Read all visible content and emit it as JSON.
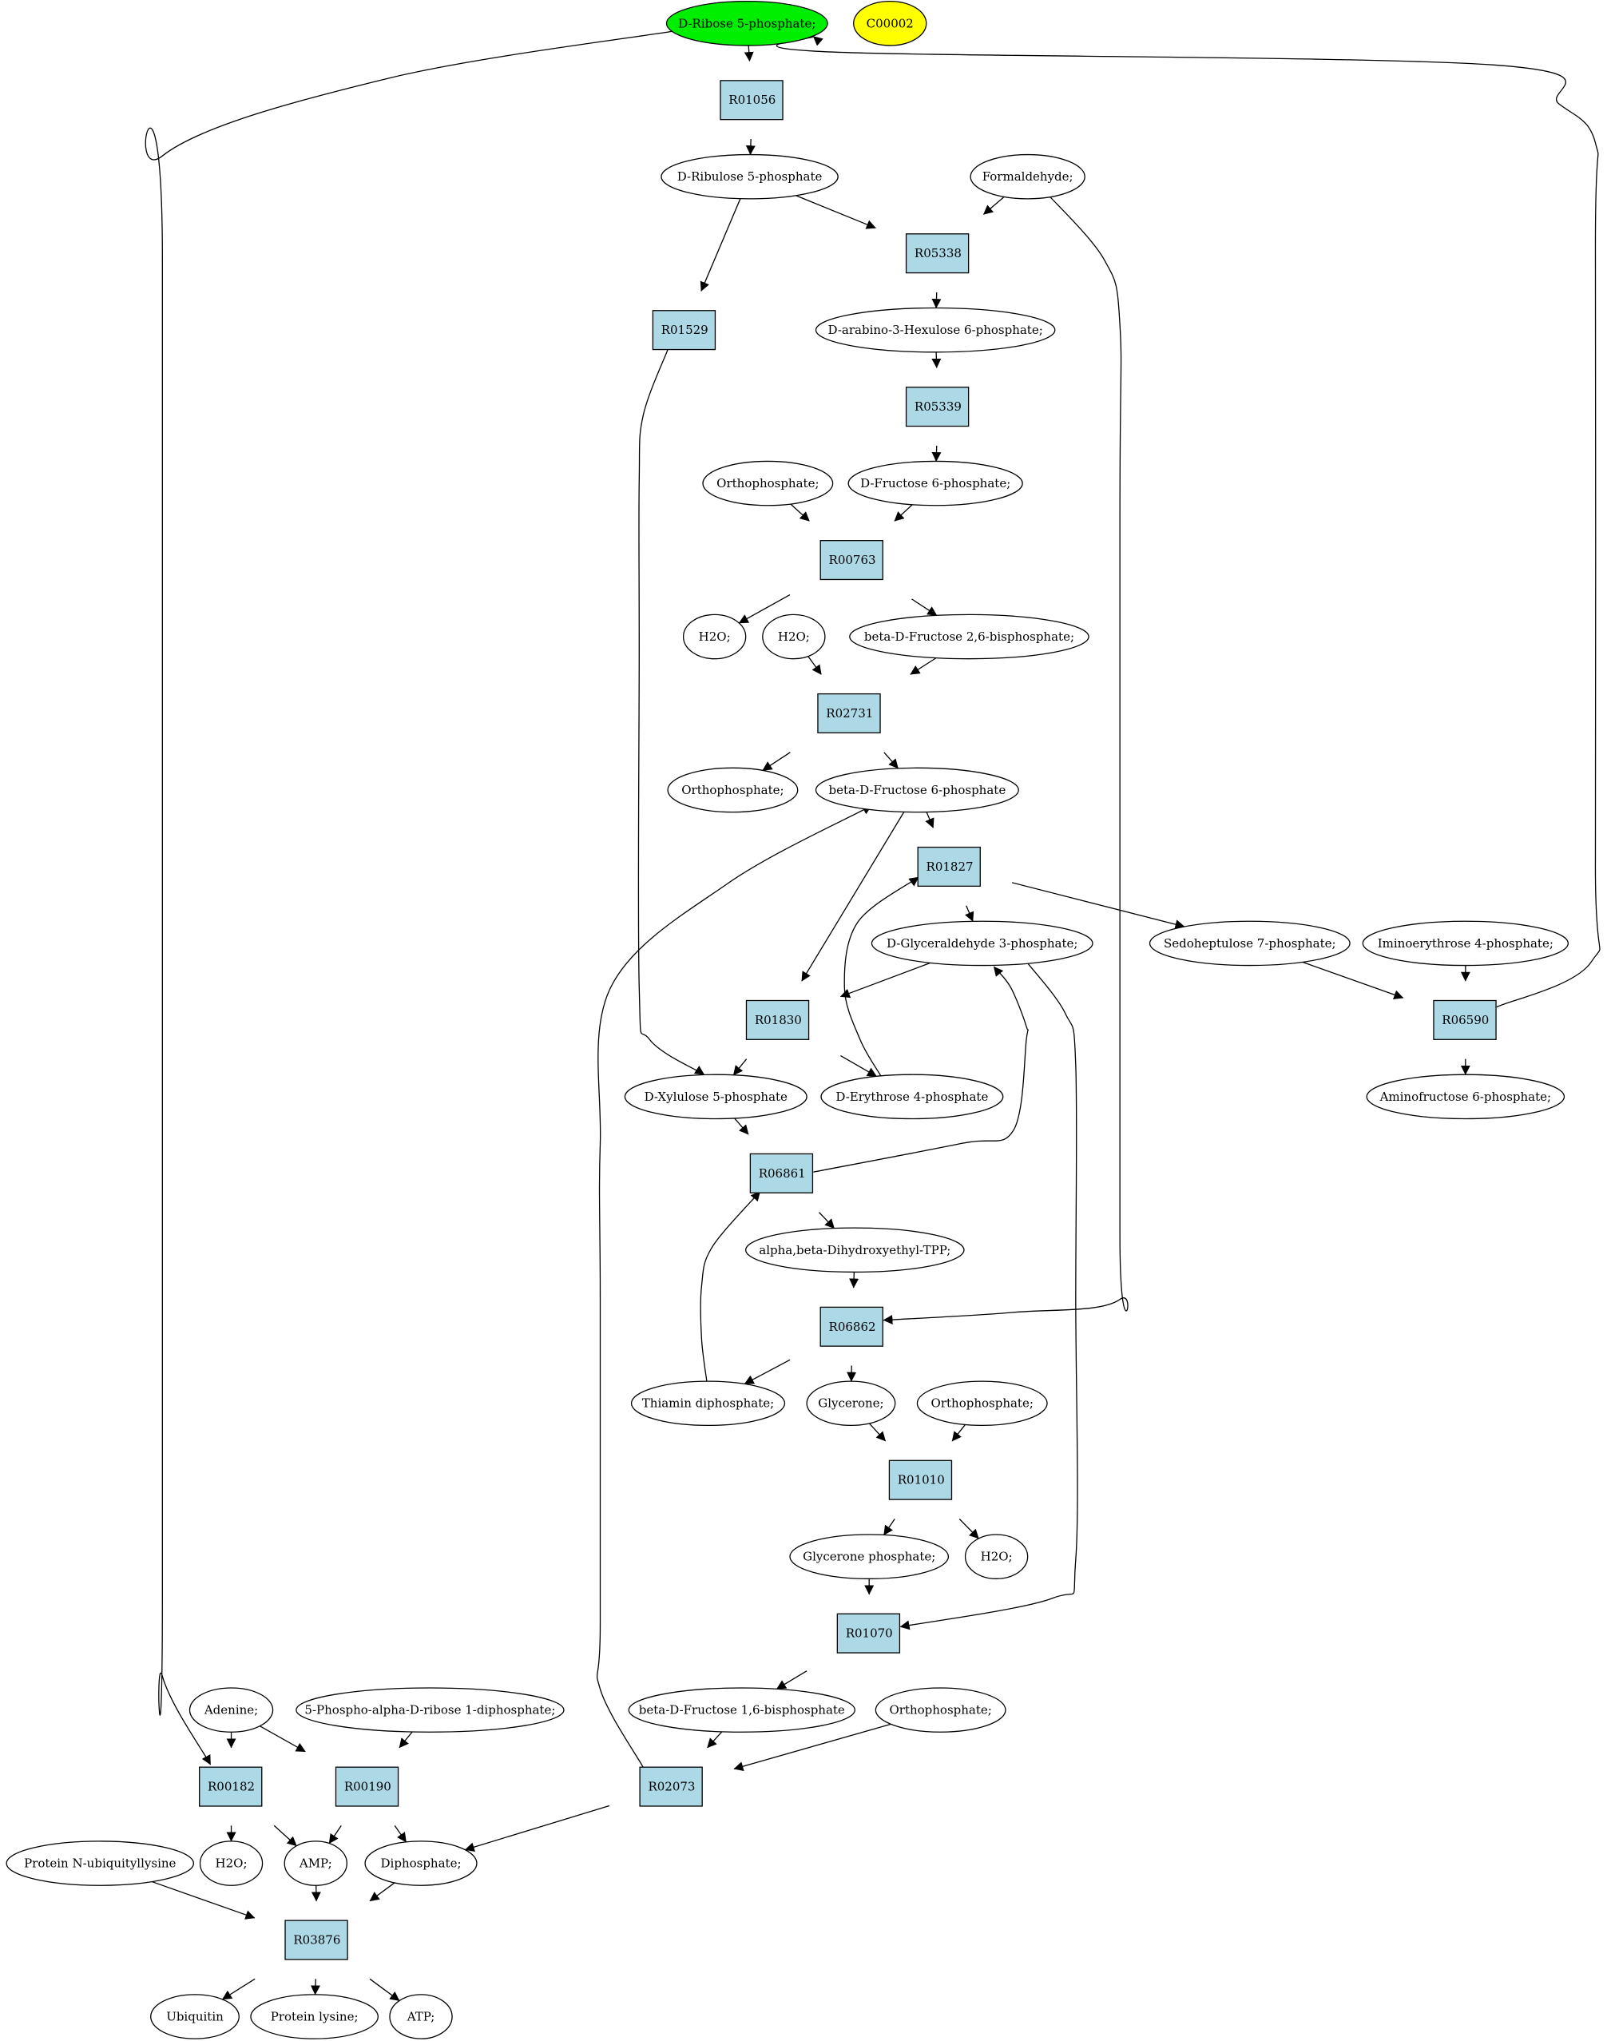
{
  "colors": {
    "reaction_fill": "#add8e6",
    "compound_fill": "#ffffff",
    "highlight_fill": "#00ee00",
    "secondary_fill": "#ffff00",
    "edge": "#000000"
  },
  "nodes": [
    {
      "id": "d_ribose_5p",
      "label": "D-Ribose 5-phosphate;",
      "shape": "ellipse",
      "fill": "highlight_fill"
    },
    {
      "id": "c00002",
      "label": "C00002",
      "shape": "ellipse",
      "fill": "secondary_fill"
    },
    {
      "id": "r01056",
      "label": "R01056",
      "shape": "box",
      "fill": "reaction_fill"
    },
    {
      "id": "d_ribulose_5p",
      "label": "D-Ribulose 5-phosphate",
      "shape": "ellipse",
      "fill": "compound_fill"
    },
    {
      "id": "formaldehyde",
      "label": "Formaldehyde;",
      "shape": "ellipse",
      "fill": "compound_fill"
    },
    {
      "id": "r05338",
      "label": "R05338",
      "shape": "box",
      "fill": "reaction_fill"
    },
    {
      "id": "r01529",
      "label": "R01529",
      "shape": "box",
      "fill": "reaction_fill"
    },
    {
      "id": "d_arabino_3_hex",
      "label": "D-arabino-3-Hexulose 6-phosphate;",
      "shape": "ellipse",
      "fill": "compound_fill"
    },
    {
      "id": "r05339",
      "label": "R05339",
      "shape": "box",
      "fill": "reaction_fill"
    },
    {
      "id": "orthophosphate_1",
      "label": "Orthophosphate;",
      "shape": "ellipse",
      "fill": "compound_fill"
    },
    {
      "id": "d_fructose_6p",
      "label": "D-Fructose 6-phosphate;",
      "shape": "ellipse",
      "fill": "compound_fill"
    },
    {
      "id": "r00763",
      "label": "R00763",
      "shape": "box",
      "fill": "reaction_fill"
    },
    {
      "id": "h2o_1",
      "label": "H2O;",
      "shape": "ellipse",
      "fill": "compound_fill"
    },
    {
      "id": "h2o_2",
      "label": "H2O;",
      "shape": "ellipse",
      "fill": "compound_fill"
    },
    {
      "id": "beta_d_fru_26bp",
      "label": "beta-D-Fructose 2,6-bisphosphate;",
      "shape": "ellipse",
      "fill": "compound_fill"
    },
    {
      "id": "r02731",
      "label": "R02731",
      "shape": "box",
      "fill": "reaction_fill"
    },
    {
      "id": "orthophosphate_2",
      "label": "Orthophosphate;",
      "shape": "ellipse",
      "fill": "compound_fill"
    },
    {
      "id": "beta_d_fru_6p",
      "label": "beta-D-Fructose 6-phosphate",
      "shape": "ellipse",
      "fill": "compound_fill"
    },
    {
      "id": "r01827",
      "label": "R01827",
      "shape": "box",
      "fill": "reaction_fill"
    },
    {
      "id": "d_glyceraldehyde_3p",
      "label": "D-Glyceraldehyde 3-phosphate;",
      "shape": "ellipse",
      "fill": "compound_fill"
    },
    {
      "id": "sedoheptulose_7p",
      "label": "Sedoheptulose 7-phosphate;",
      "shape": "ellipse",
      "fill": "compound_fill"
    },
    {
      "id": "iminoerythrose_4p",
      "label": "Iminoerythrose 4-phosphate;",
      "shape": "ellipse",
      "fill": "compound_fill"
    },
    {
      "id": "r06590",
      "label": "R06590",
      "shape": "box",
      "fill": "reaction_fill"
    },
    {
      "id": "aminofructose_6p",
      "label": "Aminofructose 6-phosphate;",
      "shape": "ellipse",
      "fill": "compound_fill"
    },
    {
      "id": "r01830",
      "label": "R01830",
      "shape": "box",
      "fill": "reaction_fill"
    },
    {
      "id": "d_xylulose_5p",
      "label": "D-Xylulose 5-phosphate",
      "shape": "ellipse",
      "fill": "compound_fill"
    },
    {
      "id": "d_erythrose_4p",
      "label": "D-Erythrose 4-phosphate",
      "shape": "ellipse",
      "fill": "compound_fill"
    },
    {
      "id": "r06861",
      "label": "R06861",
      "shape": "box",
      "fill": "reaction_fill"
    },
    {
      "id": "alpha_beta_dhe_tpp",
      "label": "alpha,beta-Dihydroxyethyl-TPP;",
      "shape": "ellipse",
      "fill": "compound_fill"
    },
    {
      "id": "r06862",
      "label": "R06862",
      "shape": "box",
      "fill": "reaction_fill"
    },
    {
      "id": "thiamin_dp",
      "label": "Thiamin diphosphate;",
      "shape": "ellipse",
      "fill": "compound_fill"
    },
    {
      "id": "glycerone",
      "label": "Glycerone;",
      "shape": "ellipse",
      "fill": "compound_fill"
    },
    {
      "id": "orthophosphate_3",
      "label": "Orthophosphate;",
      "shape": "ellipse",
      "fill": "compound_fill"
    },
    {
      "id": "r01010",
      "label": "R01010",
      "shape": "box",
      "fill": "reaction_fill"
    },
    {
      "id": "glycerone_p",
      "label": "Glycerone phosphate;",
      "shape": "ellipse",
      "fill": "compound_fill"
    },
    {
      "id": "h2o_3",
      "label": "H2O;",
      "shape": "ellipse",
      "fill": "compound_fill"
    },
    {
      "id": "r01070",
      "label": "R01070",
      "shape": "box",
      "fill": "reaction_fill"
    },
    {
      "id": "adenine",
      "label": "Adenine;",
      "shape": "ellipse",
      "fill": "compound_fill"
    },
    {
      "id": "prpp",
      "label": "5-Phospho-alpha-D-ribose 1-diphosphate;",
      "shape": "ellipse",
      "fill": "compound_fill"
    },
    {
      "id": "beta_d_fru_16bp",
      "label": "beta-D-Fructose 1,6-bisphosphate",
      "shape": "ellipse",
      "fill": "compound_fill"
    },
    {
      "id": "orthophosphate_4",
      "label": "Orthophosphate;",
      "shape": "ellipse",
      "fill": "compound_fill"
    },
    {
      "id": "r00182",
      "label": "R00182",
      "shape": "box",
      "fill": "reaction_fill"
    },
    {
      "id": "r00190",
      "label": "R00190",
      "shape": "box",
      "fill": "reaction_fill"
    },
    {
      "id": "r02073",
      "label": "R02073",
      "shape": "box",
      "fill": "reaction_fill"
    },
    {
      "id": "protein_n_ubiq",
      "label": "Protein N-ubiquityllysine",
      "shape": "ellipse",
      "fill": "compound_fill"
    },
    {
      "id": "h2o_4",
      "label": "H2O;",
      "shape": "ellipse",
      "fill": "compound_fill"
    },
    {
      "id": "amp",
      "label": "AMP;",
      "shape": "ellipse",
      "fill": "compound_fill"
    },
    {
      "id": "diphosphate",
      "label": "Diphosphate;",
      "shape": "ellipse",
      "fill": "compound_fill"
    },
    {
      "id": "r03876",
      "label": "R03876",
      "shape": "box",
      "fill": "reaction_fill"
    },
    {
      "id": "ubiquitin",
      "label": "Ubiquitin",
      "shape": "ellipse",
      "fill": "compound_fill"
    },
    {
      "id": "protein_lysine",
      "label": "Protein lysine;",
      "shape": "ellipse",
      "fill": "compound_fill"
    },
    {
      "id": "atp",
      "label": "ATP;",
      "shape": "ellipse",
      "fill": "compound_fill"
    }
  ],
  "edges": [
    {
      "from": "d_ribose_5p",
      "to": "r01056"
    },
    {
      "from": "d_ribose_5p",
      "to": "r00182"
    },
    {
      "from": "r01056",
      "to": "d_ribulose_5p"
    },
    {
      "from": "d_ribulose_5p",
      "to": "r05338"
    },
    {
      "from": "d_ribulose_5p",
      "to": "r01529"
    },
    {
      "from": "formaldehyde",
      "to": "r05338"
    },
    {
      "from": "formaldehyde",
      "to": "r06862"
    },
    {
      "from": "r05338",
      "to": "d_arabino_3_hex"
    },
    {
      "from": "d_arabino_3_hex",
      "to": "r05339"
    },
    {
      "from": "r05339",
      "to": "d_fructose_6p"
    },
    {
      "from": "orthophosphate_1",
      "to": "r00763"
    },
    {
      "from": "d_fructose_6p",
      "to": "r00763"
    },
    {
      "from": "r00763",
      "to": "h2o_1"
    },
    {
      "from": "r00763",
      "to": "beta_d_fru_26bp"
    },
    {
      "from": "h2o_2",
      "to": "r02731"
    },
    {
      "from": "beta_d_fru_26bp",
      "to": "r02731"
    },
    {
      "from": "r02731",
      "to": "orthophosphate_2"
    },
    {
      "from": "r02731",
      "to": "beta_d_fru_6p"
    },
    {
      "from": "beta_d_fru_6p",
      "to": "r01827"
    },
    {
      "from": "beta_d_fru_6p",
      "to": "r01830"
    },
    {
      "from": "r01827",
      "to": "d_glyceraldehyde_3p"
    },
    {
      "from": "r01827",
      "to": "sedoheptulose_7p"
    },
    {
      "from": "sedoheptulose_7p",
      "to": "r06590"
    },
    {
      "from": "iminoerythrose_4p",
      "to": "r06590"
    },
    {
      "from": "r06590",
      "to": "aminofructose_6p"
    },
    {
      "from": "r06590",
      "to": "d_ribose_5p"
    },
    {
      "from": "d_glyceraldehyde_3p",
      "to": "r01830"
    },
    {
      "from": "d_glyceraldehyde_3p",
      "to": "r01070"
    },
    {
      "from": "r01529",
      "to": "d_xylulose_5p"
    },
    {
      "from": "r01830",
      "to": "d_xylulose_5p"
    },
    {
      "from": "r01830",
      "to": "d_erythrose_4p"
    },
    {
      "from": "d_erythrose_4p",
      "to": "r01827"
    },
    {
      "from": "d_xylulose_5p",
      "to": "r06861"
    },
    {
      "from": "r06861",
      "to": "d_glyceraldehyde_3p"
    },
    {
      "from": "r06861",
      "to": "alpha_beta_dhe_tpp"
    },
    {
      "from": "alpha_beta_dhe_tpp",
      "to": "r06862"
    },
    {
      "from": "thiamin_dp",
      "to": "r06861"
    },
    {
      "from": "r06862",
      "to": "thiamin_dp"
    },
    {
      "from": "r06862",
      "to": "glycerone"
    },
    {
      "from": "glycerone",
      "to": "r01010"
    },
    {
      "from": "orthophosphate_3",
      "to": "r01010"
    },
    {
      "from": "r01010",
      "to": "glycerone_p"
    },
    {
      "from": "r01010",
      "to": "h2o_3"
    },
    {
      "from": "glycerone_p",
      "to": "r01070"
    },
    {
      "from": "r01070",
      "to": "beta_d_fru_16bp"
    },
    {
      "from": "beta_d_fru_16bp",
      "to": "r02073"
    },
    {
      "from": "orthophosphate_4",
      "to": "r02073"
    },
    {
      "from": "r02073",
      "to": "beta_d_fru_6p"
    },
    {
      "from": "r02073",
      "to": "diphosphate"
    },
    {
      "from": "adenine",
      "to": "r00182"
    },
    {
      "from": "adenine",
      "to": "r00190"
    },
    {
      "from": "prpp",
      "to": "r00190"
    },
    {
      "from": "r00182",
      "to": "h2o_4"
    },
    {
      "from": "r00182",
      "to": "amp"
    },
    {
      "from": "r00190",
      "to": "amp"
    },
    {
      "from": "r00190",
      "to": "diphosphate"
    },
    {
      "from": "protein_n_ubiq",
      "to": "r03876"
    },
    {
      "from": "amp",
      "to": "r03876"
    },
    {
      "from": "diphosphate",
      "to": "r03876"
    },
    {
      "from": "r03876",
      "to": "ubiquitin"
    },
    {
      "from": "r03876",
      "to": "protein_lysine"
    },
    {
      "from": "r03876",
      "to": "atp"
    }
  ]
}
